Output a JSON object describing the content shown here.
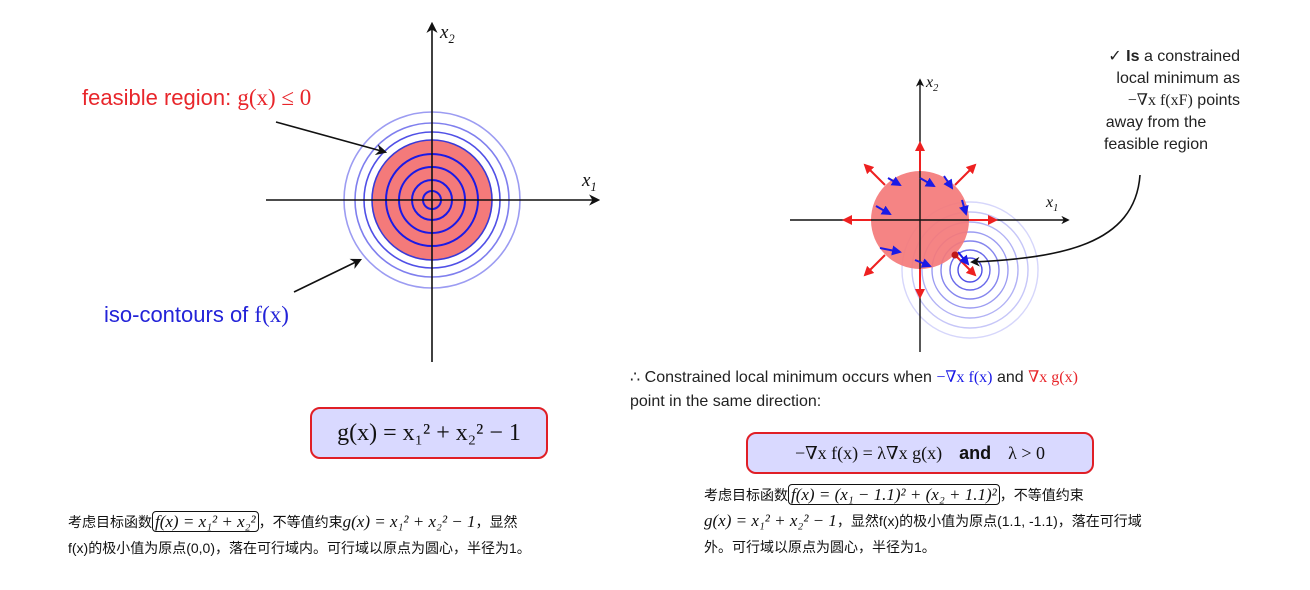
{
  "left": {
    "axis_x1": "x",
    "axis_x1_sub": "1",
    "axis_x2": "x",
    "axis_x2_sub": "2",
    "feasible_label": "feasible region:",
    "feasible_math": "g(x) ≤ 0",
    "iso_label": "iso-contours of",
    "iso_math": "f(x)",
    "equation": "g(x) = x₁² + x₂² − 1",
    "caption_a": "考虑目标函数",
    "caption_boxed": "f(x) = x₁² + x₂²",
    "caption_b": "，不等值约束",
    "caption_math": "g(x) = x₁² + x₂² − 1",
    "caption_c": "，显然",
    "caption_line2": "f(x)的极小值为原点(0,0)，落在可行域内。可行域以原点为圆心，半径为1。"
  },
  "right": {
    "axis_x1": "x",
    "axis_x1_sub": "1",
    "axis_x2": "x",
    "axis_x2_sub": "2",
    "note_check": "✓",
    "note_bold": "Is",
    "note_l1": "a constrained",
    "note_l2": "local minimum as",
    "note_l3_math": "−∇x f(xF)",
    "note_l3_text": "points",
    "note_l4": "away from the",
    "note_l5": "feasible region",
    "therefore": "∴",
    "statement_a": "Constrained local minimum occurs when",
    "statement_blue": "−∇x f(x)",
    "statement_and": "and",
    "statement_red": "∇x g(x)",
    "statement_line2": "point in the same direction:",
    "equation_left": "−∇x f(x) = λ∇x g(x)",
    "equation_and": "and",
    "equation_right": "λ > 0",
    "caption_a": "考虑目标函数",
    "caption_boxed": "f(x) = (x₁ − 1.1)² + (x₂ + 1.1)²",
    "caption_b": "，不等值约束",
    "caption_math": "g(x) = x₁² + x₂² − 1",
    "caption_c": "，显然f(x)的极小值为原点(1.1, -1.1)，落在可行域",
    "caption_line3": "外。可行域以原点为圆心，半径为1。"
  },
  "colors": {
    "feasible_fill": "#f47a7a",
    "contour_blue": "#1a1ae6",
    "arrow_red": "#ee2020",
    "eq_box_fill": "#d9d9ff",
    "eq_box_border": "#e01f26"
  }
}
